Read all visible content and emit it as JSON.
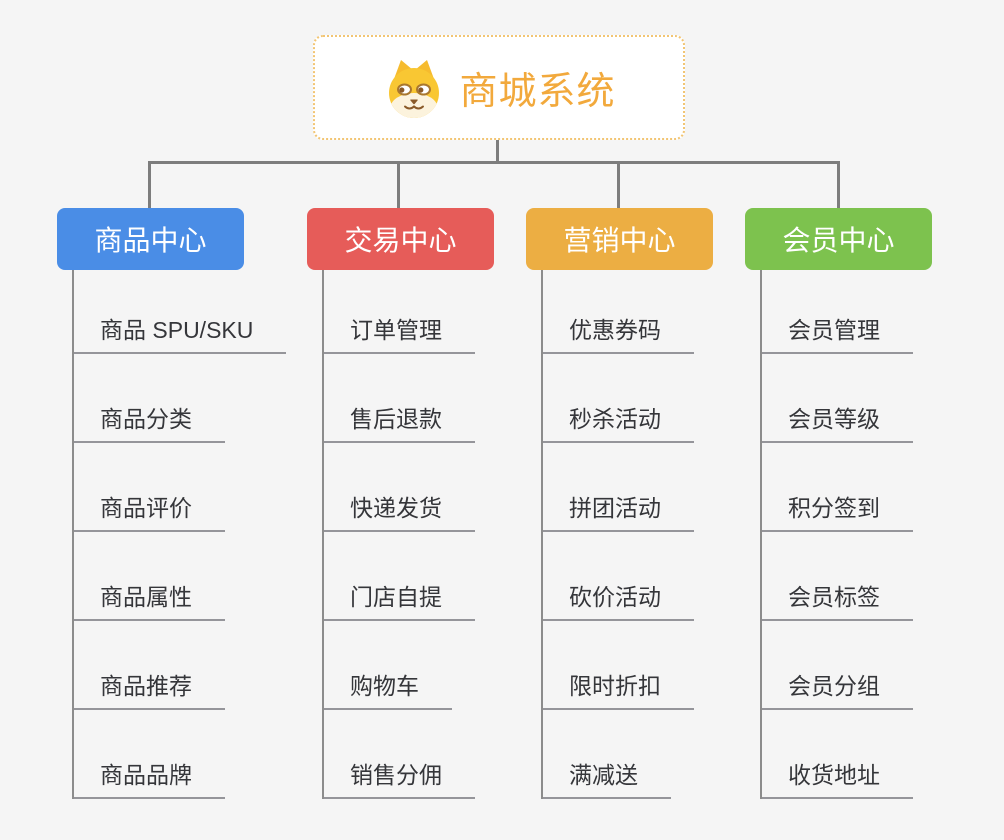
{
  "page": {
    "background_color": "#f5f5f5"
  },
  "root": {
    "title": "商城系统",
    "icon": "dog-face-icon",
    "text_color": "#f2a93c",
    "border_color": "#f2c573",
    "background": "#ffffff"
  },
  "connectors": {
    "line_color": "#7d7d7d",
    "underline_color": "#95959a"
  },
  "branches": [
    {
      "label": "商品中心",
      "color": "#4a8de6",
      "items": [
        "商品 SPU/SKU",
        "商品分类",
        "商品评价",
        "商品属性",
        "商品推荐",
        "商品品牌"
      ]
    },
    {
      "label": "交易中心",
      "color": "#e65c59",
      "items": [
        "订单管理",
        "售后退款",
        "快递发货",
        "门店自提",
        "购物车",
        "销售分佣"
      ]
    },
    {
      "label": "营销中心",
      "color": "#ecae43",
      "items": [
        "优惠券码",
        "秒杀活动",
        "拼团活动",
        "砍价活动",
        "限时折扣",
        "满减送"
      ]
    },
    {
      "label": "会员中心",
      "color": "#7dc24e",
      "items": [
        "会员管理",
        "会员等级",
        "积分签到",
        "会员标签",
        "会员分组",
        "收货地址"
      ]
    }
  ]
}
